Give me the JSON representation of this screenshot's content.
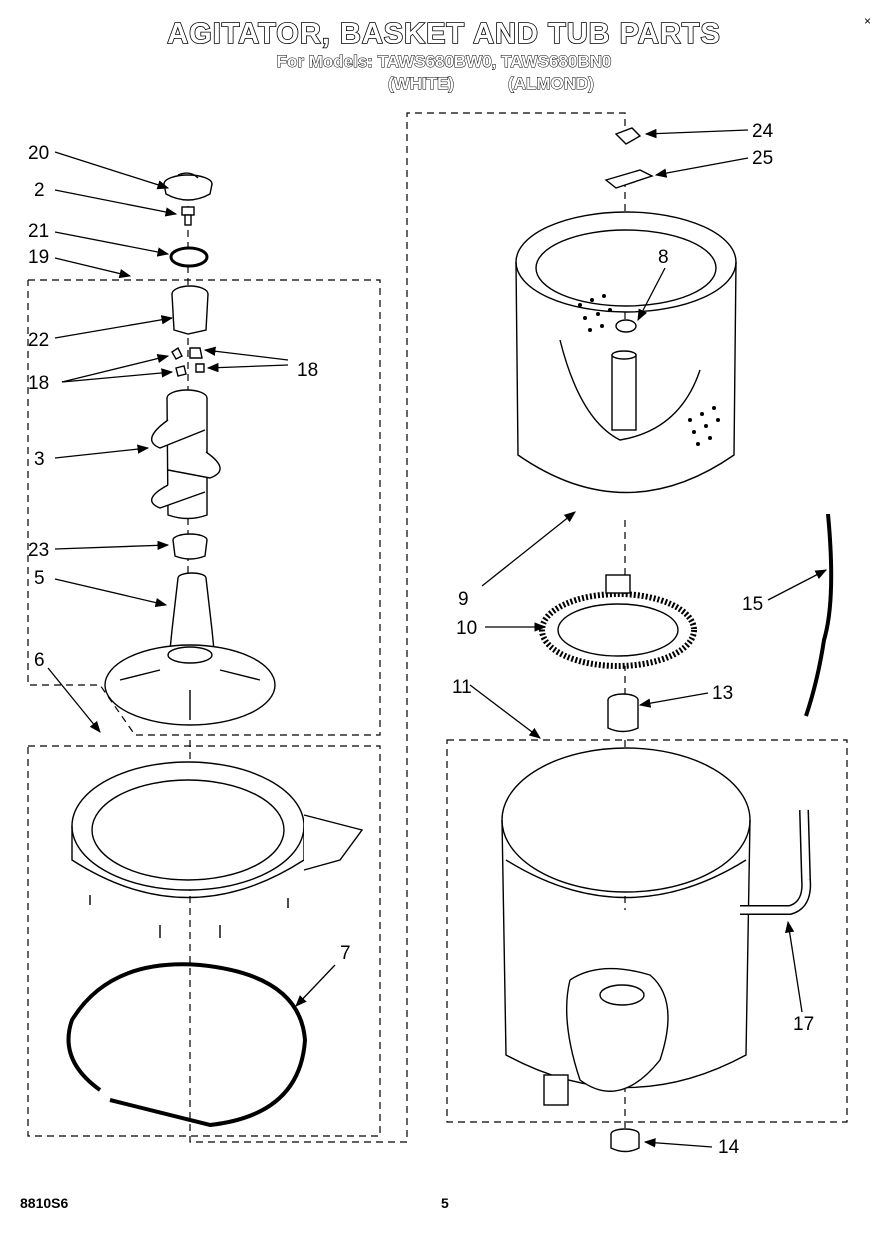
{
  "header": {
    "title": "AGITATOR, BASKET AND TUB PARTS",
    "models_line": "For Models: TAWS680BW0, TAWS680BN0",
    "finish_white": "(WHITE)",
    "finish_almond": "(ALMOND)"
  },
  "footer": {
    "doc_number": "8810S6",
    "page_number": "5",
    "corner_mark": "×"
  },
  "callouts": {
    "c20": "20",
    "c2": "2",
    "c21": "21",
    "c19": "19",
    "c22": "22",
    "c18_left": "18",
    "c18_right": "18",
    "c3": "3",
    "c23": "23",
    "c5": "5",
    "c6": "6",
    "c7": "7",
    "c24": "24",
    "c25": "25",
    "c8": "8",
    "c9": "9",
    "c10": "10",
    "c15": "15",
    "c11": "11",
    "c13": "13",
    "c17": "17",
    "c14": "14"
  }
}
